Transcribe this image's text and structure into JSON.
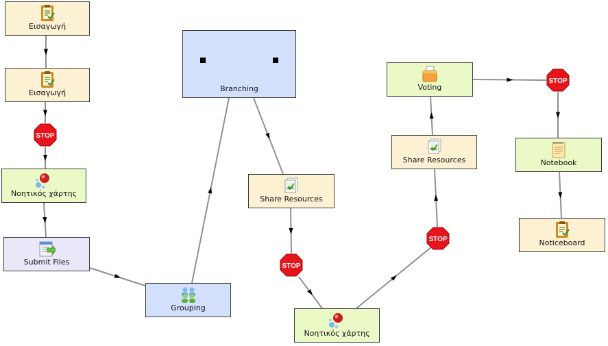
{
  "nodes": {
    "n1": {
      "label": "Εισαγωγή"
    },
    "n2": {
      "label": "Εισαγωγή"
    },
    "n3": {
      "label": "Νοητικός χάρτης"
    },
    "n4": {
      "label": "Submit Files"
    },
    "n5": {
      "label": "Grouping"
    },
    "n6": {
      "label": "Branching"
    },
    "n7": {
      "label": "Share Resources"
    },
    "n8": {
      "label": "Νοητικός χάρτης"
    },
    "n9": {
      "label": "Share Resources"
    },
    "n10": {
      "label": "Voting"
    },
    "n11": {
      "label": "Notebook"
    },
    "n12": {
      "label": "Noticeboard"
    }
  },
  "stop_label": "STOP",
  "icons": {
    "n1": "clipboard-icon",
    "n2": "clipboard-icon",
    "n3": "mindmap-icon",
    "n4": "submit-files-icon",
    "n5": "group-users-icon",
    "n7": "image-resource-icon",
    "n8": "mindmap-icon",
    "n9": "image-resource-icon",
    "n10": "ballot-box-icon",
    "n11": "notebook-icon",
    "n12": "clipboard-icon"
  },
  "colors": {
    "edge": "#8e8ea0",
    "arrow": "#000000",
    "stop": "#e8141b",
    "tool_activity": "#fdf1d3",
    "collab_activity": "#ebf9c6",
    "grouping_activity": "#d2e0fb",
    "submit_activity": "#e8e8f8"
  }
}
